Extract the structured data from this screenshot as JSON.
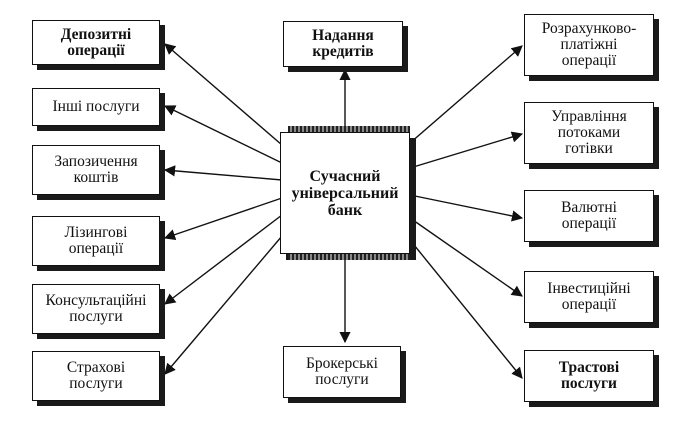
{
  "center": "Сучасний\nуніверсальний\nбанк",
  "top": "Надання\nкредитів",
  "bottom": "Брокерські\nпослуги",
  "left": [
    "Депозитні\nоперації",
    "Інші послуги",
    "Запозичення\nкоштів",
    "Лізингові\nоперації",
    "Консультаційні\nпослуги",
    "Страхові\nпослуги"
  ],
  "right": [
    "Розрахунково-\nплатіжні\nоперації",
    "Управління\nпотоками\nготівки",
    "Валютні\nоперації",
    "Інвестиційні\nоперації",
    "Трастові\nпослуги"
  ]
}
